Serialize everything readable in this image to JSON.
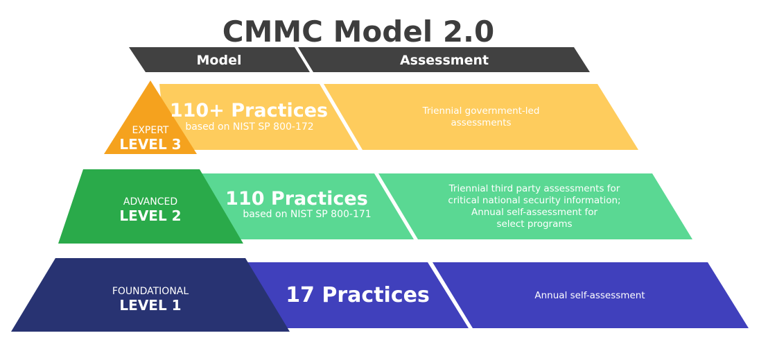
{
  "title": "CMMC Model 2.0",
  "headers": {
    "model": "Model",
    "assessment": "Assessment"
  },
  "levels": [
    {
      "tier": "EXPERT",
      "level": "LEVEL 3",
      "practices": "110+ Practices",
      "basis": "based on NIST SP 800-172",
      "assessment": [
        "Triennial government-led",
        "assessments"
      ],
      "colors": {
        "level": "#F5A21E",
        "panel": "#FECC5D"
      }
    },
    {
      "tier": "ADVANCED",
      "level": "LEVEL 2",
      "practices": "110 Practices",
      "basis": "based on NIST SP 800-171",
      "assessment": [
        "Triennial third party assessments for",
        "critical national security information;",
        "Annual self-assessment for",
        "select programs"
      ],
      "colors": {
        "level": "#2AAA4A",
        "panel": "#5AD893"
      }
    },
    {
      "tier": "FOUNDATIONAL",
      "level": "LEVEL 1",
      "practices": "17 Practices",
      "assessment": [
        "Annual self-assessment"
      ],
      "colors": {
        "level": "#283372",
        "panel": "#4040BC"
      }
    }
  ],
  "header_color": "#414141"
}
